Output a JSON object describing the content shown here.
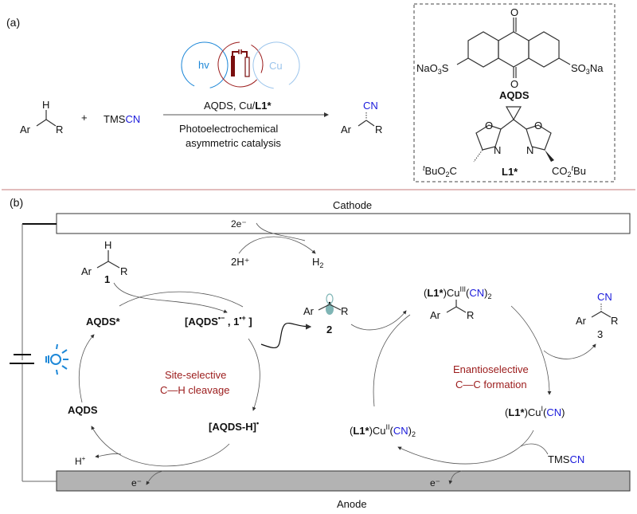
{
  "panel_a": {
    "label": "(a)",
    "reactant": {
      "h": "H",
      "ar": "Ar",
      "r": "R"
    },
    "plus": "+",
    "reagent": {
      "tms": "TMS",
      "cn": "CN"
    },
    "catalysis_icon": {
      "light": "hv",
      "metal": "Cu",
      "electro": "electrochemical-cell-icon"
    },
    "conditions_above": {
      "aqds": "AQDS, Cu/",
      "ligand": "L1*"
    },
    "conditions_below": [
      "Photoelectrochemical",
      "asymmetric catalysis"
    ],
    "product": {
      "cn": "CN",
      "ar": "Ar",
      "r": "R"
    },
    "structures_box": {
      "aqds": {
        "o_top": "O",
        "o_bottom": "O",
        "left_sub": "NaO3S",
        "right_sub": "SO3Na",
        "name": "AQDS"
      },
      "l1": {
        "o_left": "O",
        "o_right": "O",
        "n_left": "N",
        "n_right": "N",
        "left_ester": "tBuO2C",
        "right_ester": "CO2tBu",
        "name": "L1*"
      }
    }
  },
  "panel_b": {
    "label": "(b)",
    "cathode_label": "Cathode",
    "anode_label": "Anode",
    "cathode_e": "2e⁻",
    "protons": "2H⁺",
    "h2": "H₂",
    "substrate": {
      "h": "H",
      "ar": "Ar",
      "r": "R",
      "num": "1"
    },
    "aqds_star": "AQDS*",
    "ion_pair": "[AQDS•⁻ , 1•⁺]",
    "aqds": "AQDS",
    "aqds_h": "[AQDS-H]•",
    "h_plus": "H⁺",
    "anode_e_left": "e⁻",
    "anode_e_right": "e⁻",
    "site_selective": [
      "Site-selective",
      "C—H cleavage"
    ],
    "radical": {
      "ar": "Ar",
      "r": "R",
      "num": "2"
    },
    "cu3": {
      "l": "L1*",
      "cu": "Cu",
      "ox": "III",
      "cn": "CN",
      "ar": "Ar",
      "r": "R"
    },
    "product": {
      "cn": "CN",
      "ar": "Ar",
      "r": "R",
      "num": "3"
    },
    "enantioselective": [
      "Enantioselective",
      "C—C formation"
    ],
    "cu1": {
      "l": "L1*",
      "cu": "Cu",
      "ox": "I",
      "cn": "CN"
    },
    "cu2": {
      "l": "L1*",
      "cu": "Cu",
      "ox": "II",
      "cn": "CN"
    },
    "tmscn": {
      "tms": "TMS",
      "cn": "CN"
    }
  },
  "colors": {
    "cyano": "#1a1adb",
    "annotation": "#9b1b1b",
    "light": "#1e88d8",
    "electrode_anode": "#b3b3b3",
    "divider": "#d9a5a5",
    "orbital": "#7fb5b5"
  }
}
